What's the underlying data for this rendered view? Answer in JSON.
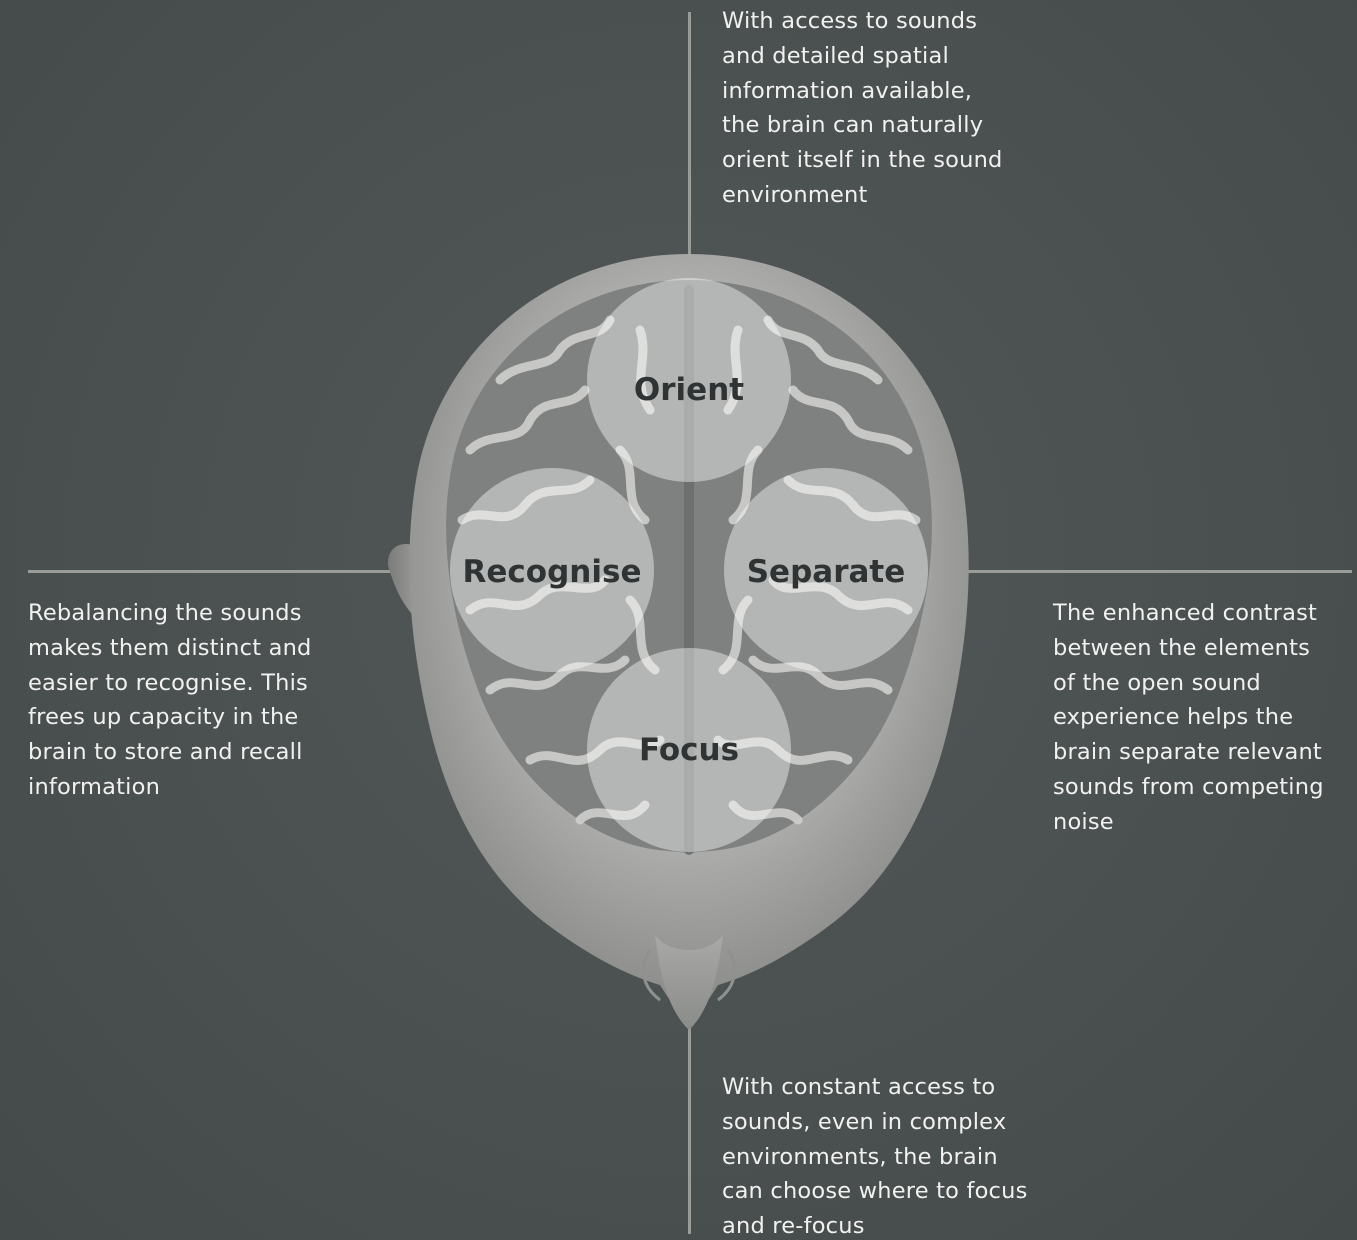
{
  "labels": {
    "orient": "Orient",
    "recognise": "Recognise",
    "separate": "Separate",
    "focus": "Focus"
  },
  "descriptions": {
    "top": "With access to sounds\nand detailed spatial\ninformation available,\nthe brain can naturally\norient itself in the sound\nenvironment",
    "left": "Rebalancing the sounds\nmakes them distinct and\neasier to recognise. This\nfrees up capacity in the\nbrain to store and recall\ninformation",
    "right": "The enhanced contrast\nbetween the elements\nof the open sound\nexperience helps the\nbrain separate relevant\nsounds from competing\nnoise",
    "bottom": "With constant access to\nsounds, even in complex\nenvironments, the brain\ncan choose where to focus\nand re-focus"
  },
  "colors": {
    "background": "#494f4f",
    "axis_lines": "#9a9c98",
    "text": "#f1f1ef",
    "label_text": "#2f3333"
  }
}
